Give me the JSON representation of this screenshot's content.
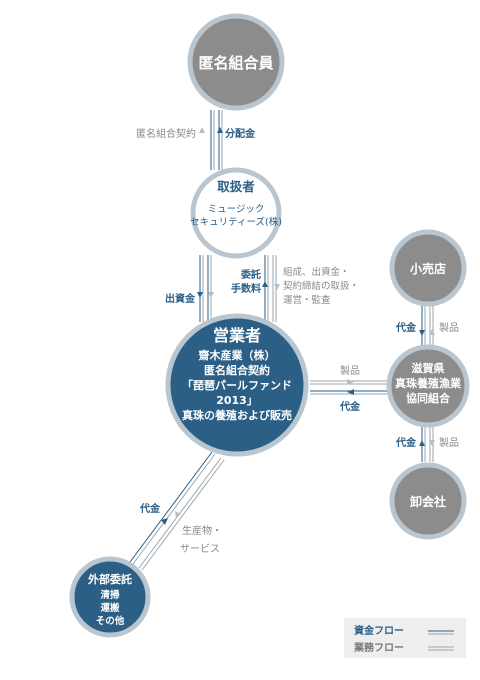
{
  "nodes": {
    "investor": "匿名組合員",
    "handler_title": "取扱者",
    "handler_name_1": "ミュージック",
    "handler_name_2": "セキュリティーズ(株)",
    "operator_title": "営業者",
    "operator_line1": "齋木産業（株）",
    "operator_line2": "匿名組合契約",
    "operator_line3": "「琵琶パールファンド",
    "operator_line4": "2013」",
    "operator_line5": "真珠の養殖および販売",
    "retail": "小売店",
    "coop_line1": "滋賀県",
    "coop_line2": "真珠養殖漁業",
    "coop_line3": "協同組合",
    "wholesale": "卸会社",
    "outsource_line1": "外部委託",
    "outsource_line2": "清掃",
    "outsource_line3": "運搬",
    "outsource_line4": "その他"
  },
  "flows": {
    "contract": "匿名組合契約",
    "dividend": "分配金",
    "investment": "出資金",
    "fee_line1": "委託",
    "fee_line2": "手数料",
    "duties_line1": "組成、出資金・",
    "duties_line2": "契約締結の取扱・",
    "duties_line3": "運営・監査",
    "product_top": "製品",
    "price_top": "代金",
    "product_mid": "製品",
    "price_mid": "代金",
    "product_bottom": "製品",
    "price_bottom": "代金",
    "price_outsource": "代金",
    "goods_line1": "生産物・",
    "goods_line2": "サービス"
  },
  "legend": {
    "money": "資金フロー",
    "business": "業務フロー"
  },
  "colors": {
    "grey_node": "#8c8c8c",
    "blue_node": "#2b5f86",
    "ring": "#b9c6d0",
    "money_line": "#2b5f86",
    "business_line": "#9aa7b0"
  }
}
